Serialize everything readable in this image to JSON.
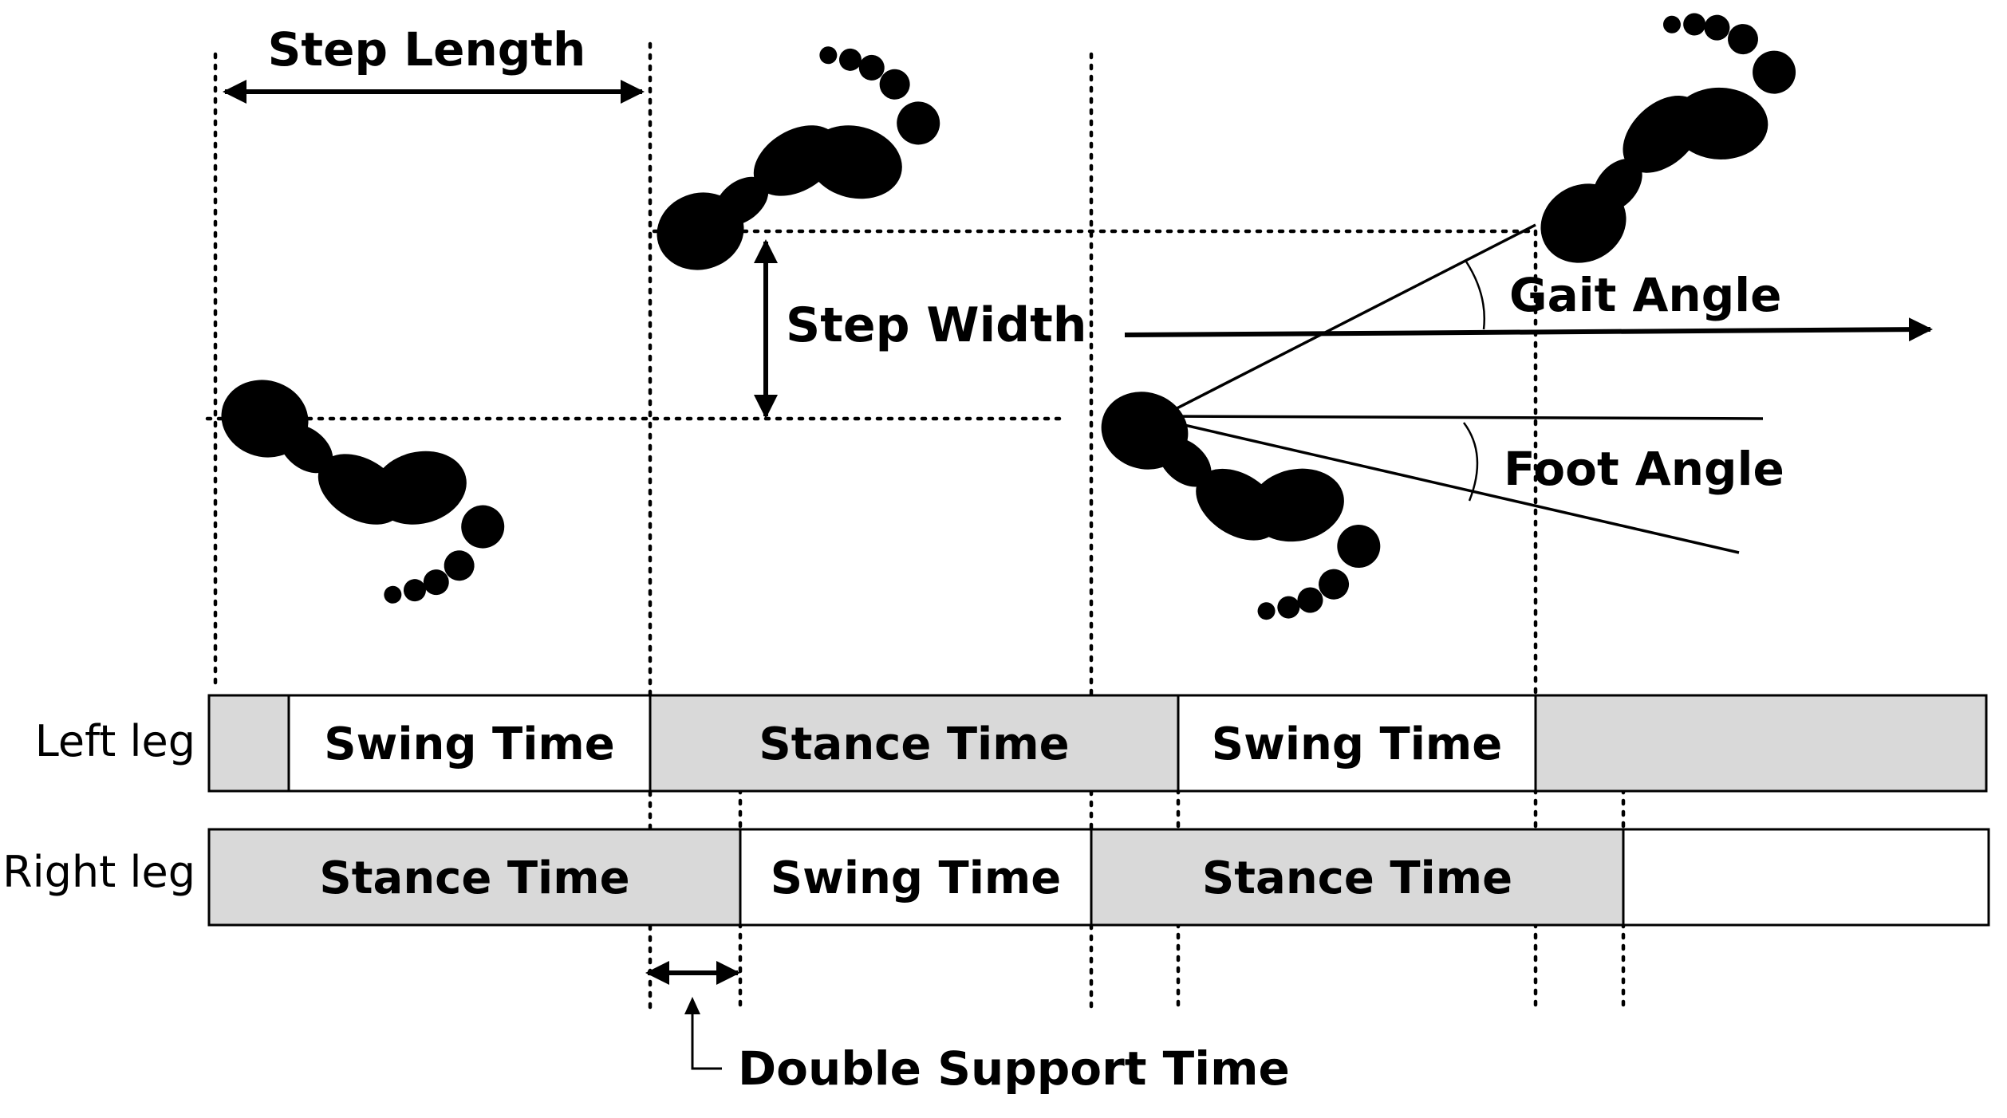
{
  "labels": {
    "step_length": "Step Length",
    "step_width": "Step Width",
    "gait_angle": "Gait Angle",
    "foot_angle": "Foot Angle",
    "double_support_time": "Double Support Time"
  },
  "legs": {
    "left": {
      "label": "Left leg",
      "phases": [
        {
          "phase": "stance",
          "text": ""
        },
        {
          "phase": "swing",
          "text": "Swing Time"
        },
        {
          "phase": "stance",
          "text": "Stance Time"
        },
        {
          "phase": "swing",
          "text": "Swing Time"
        },
        {
          "phase": "stance",
          "text": ""
        }
      ]
    },
    "right": {
      "label": "Right leg",
      "phases": [
        {
          "phase": "stance",
          "text": "Stance Time"
        },
        {
          "phase": "swing",
          "text": "Swing Time"
        },
        {
          "phase": "stance",
          "text": "Stance Time"
        },
        {
          "phase": "swing",
          "text": ""
        }
      ]
    }
  },
  "colors": {
    "stance_fill": "#d9d9d9",
    "swing_fill": "#ffffff",
    "ink": "#000000"
  }
}
